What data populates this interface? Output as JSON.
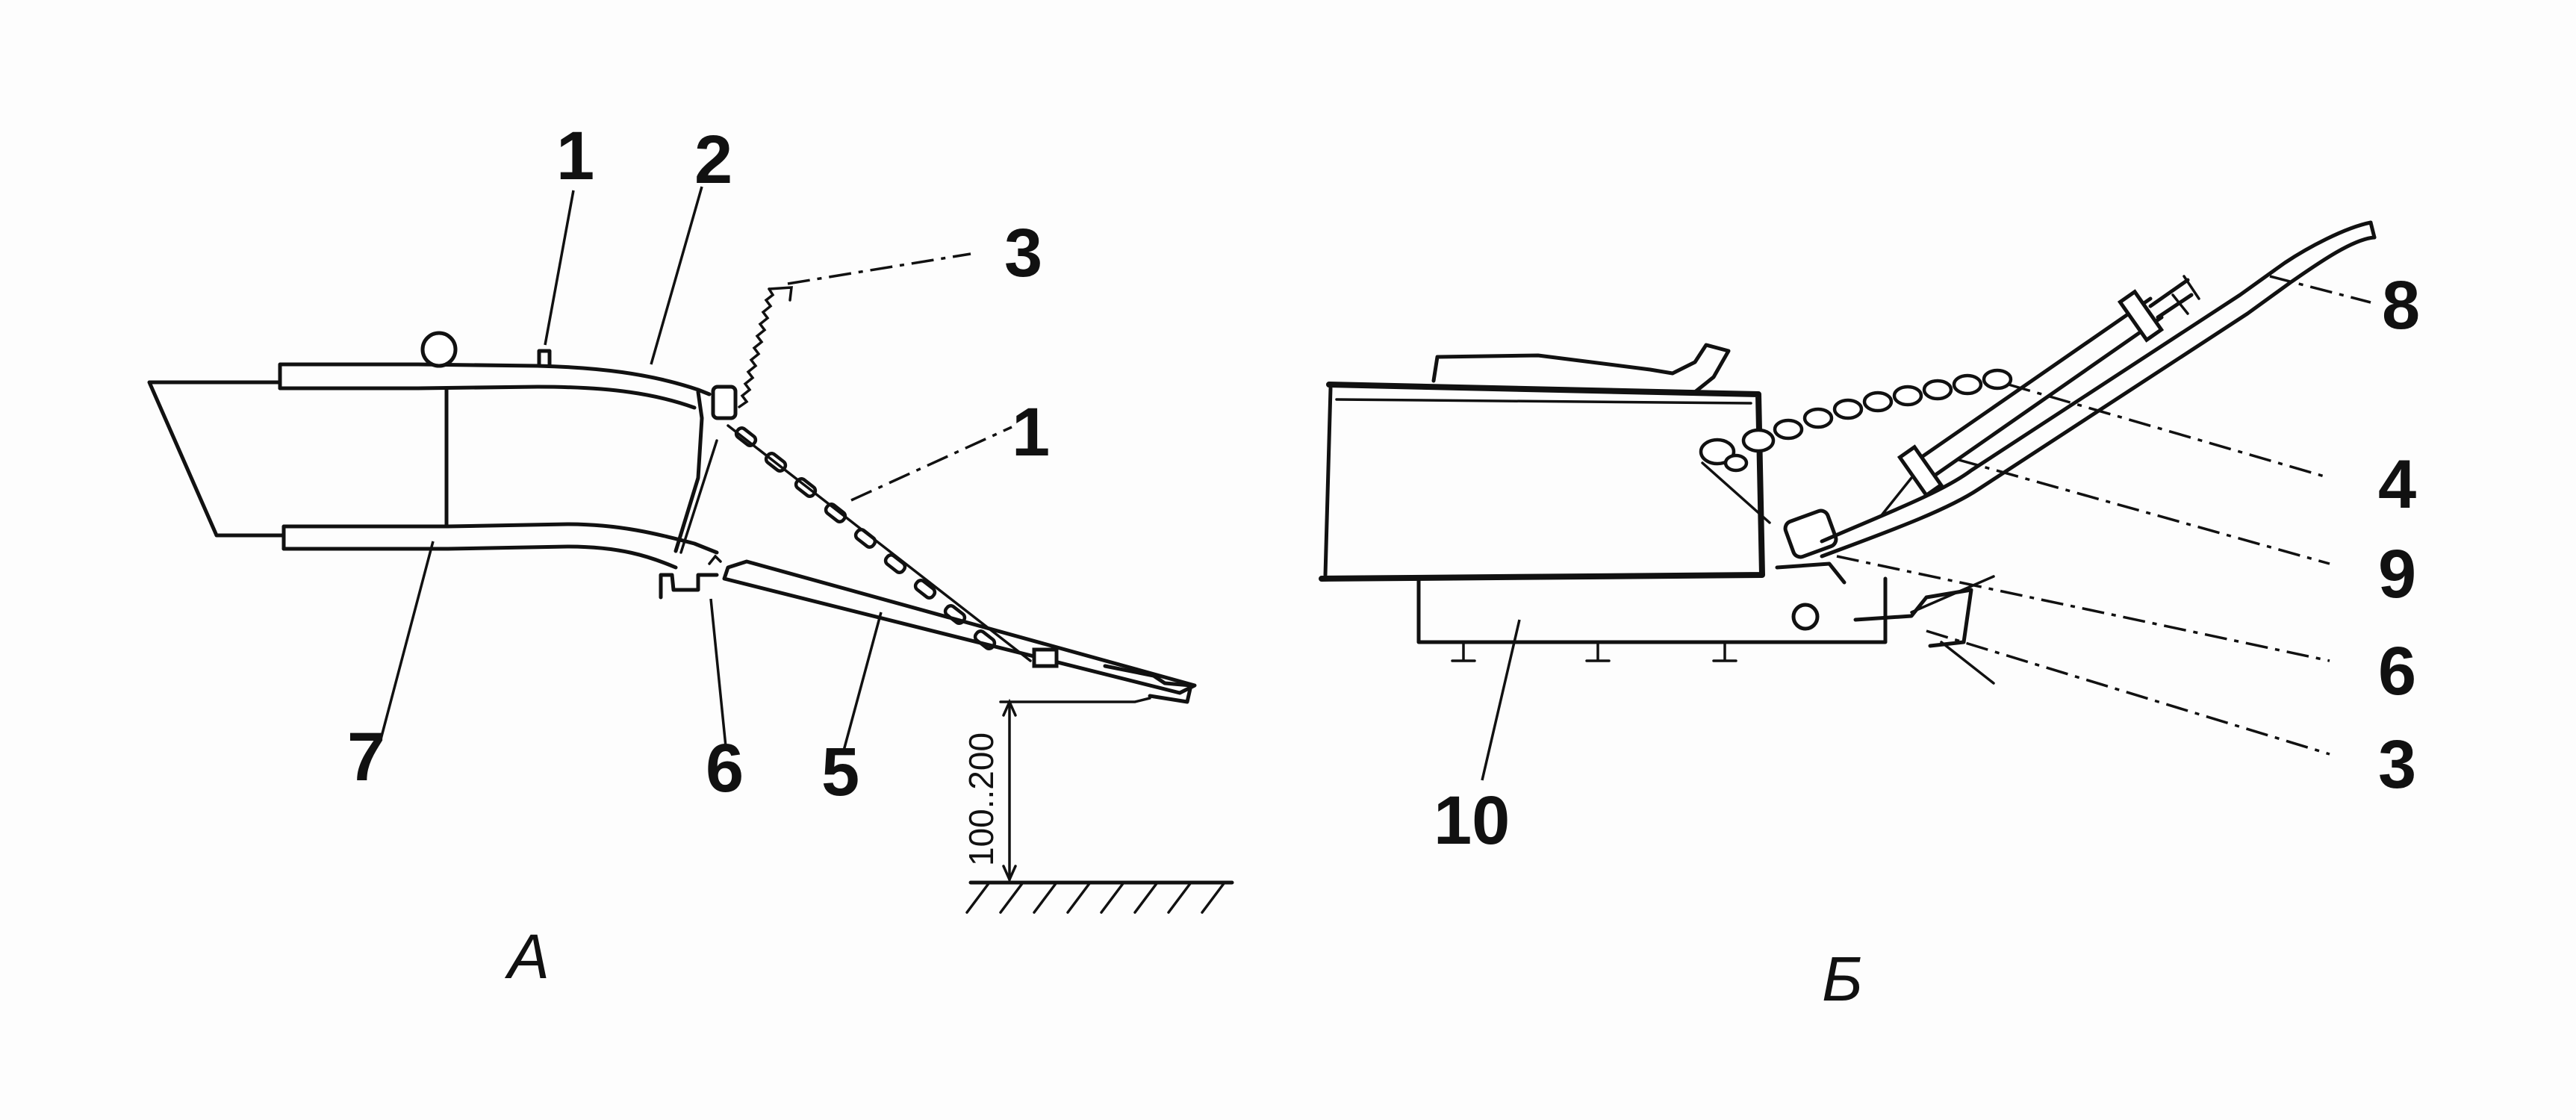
{
  "figure": {
    "view_a": {
      "label": "А",
      "callouts": {
        "c1": "1",
        "c2": "2",
        "c3": "3",
        "c4": "1",
        "c5": "5",
        "c6": "6",
        "c7": "7"
      },
      "dimension": "100..200"
    },
    "view_b": {
      "label": "Б",
      "callouts": {
        "c8": "8",
        "c4": "4",
        "c9": "9",
        "c6": "6",
        "c3": "3",
        "c10": "10"
      }
    }
  }
}
